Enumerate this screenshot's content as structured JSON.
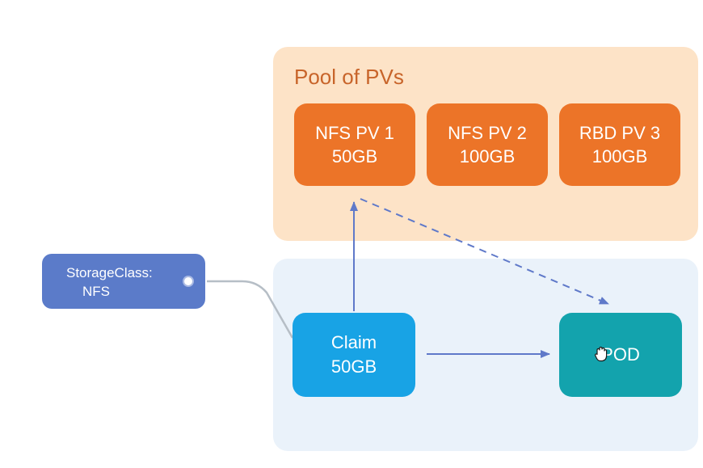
{
  "pool": {
    "title": "Pool of PVs",
    "volumes": [
      {
        "name": "NFS PV 1",
        "size": "50GB"
      },
      {
        "name": "NFS PV 2",
        "size": "100GB"
      },
      {
        "name": "RBD PV 3",
        "size": "100GB"
      }
    ]
  },
  "storage_class": {
    "line1": "StorageClass:",
    "line2": "NFS"
  },
  "claim": {
    "label": "Claim",
    "size": "50GB"
  },
  "pod": {
    "label": "POD"
  },
  "colors": {
    "pool_bg": "#fde3c7",
    "pv_fill": "#ec7428",
    "lower_zone_bg": "#eaf2fa",
    "storage_class_fill": "#5b7bc9",
    "claim_fill": "#18a3e5",
    "pod_fill": "#13a3ad",
    "arrow": "#5f79c9"
  },
  "icons": {
    "cursor": "hand-grab-icon"
  }
}
